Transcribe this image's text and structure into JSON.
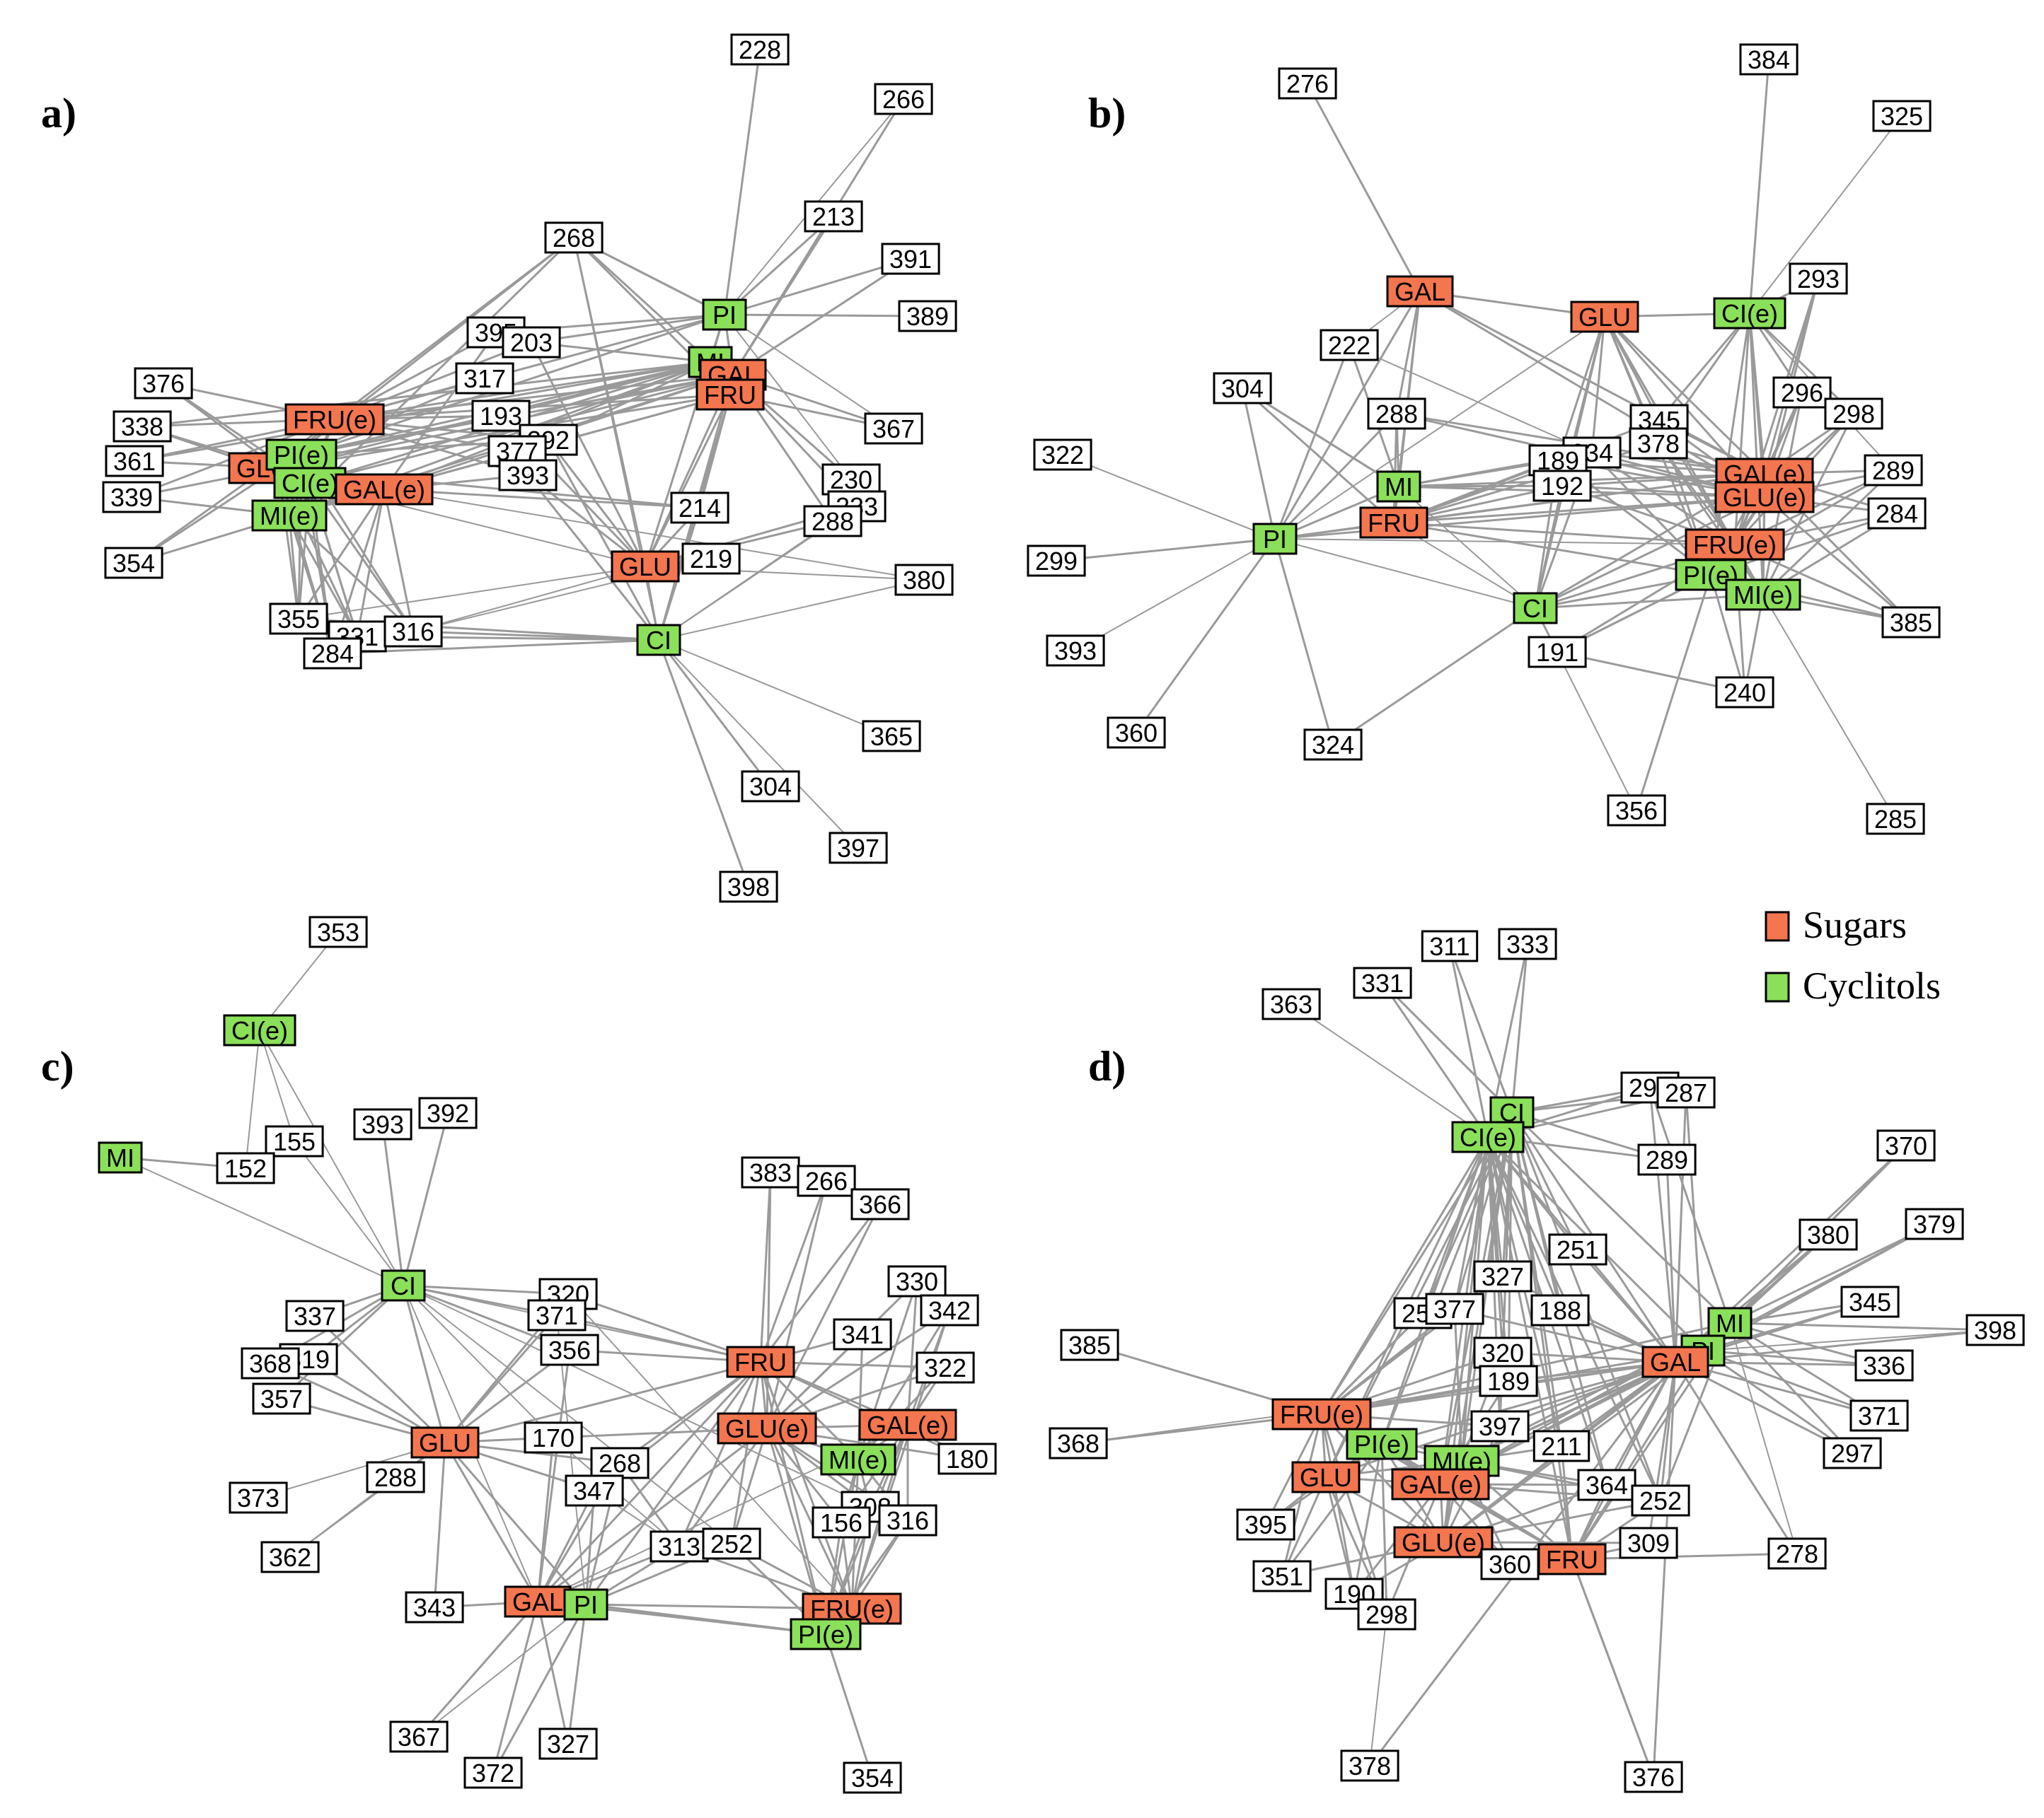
{
  "colors": {
    "sugar": "#f4764f",
    "cyclitol": "#8be05a",
    "plain": "#ffffff",
    "edge": "#9a9a9a"
  },
  "legend": {
    "items": [
      {
        "label": "Sugars",
        "type": "sugar"
      },
      {
        "label": "Cyclitols",
        "type": "cyclitol"
      }
    ]
  },
  "panels": [
    {
      "label": "a)",
      "nodes": [
        {
          "id": "228",
          "type": "plain"
        },
        {
          "id": "266",
          "type": "plain"
        },
        {
          "id": "213",
          "type": "plain"
        },
        {
          "id": "391",
          "type": "plain"
        },
        {
          "id": "389",
          "type": "plain"
        },
        {
          "id": "268",
          "type": "plain"
        },
        {
          "id": "PI",
          "type": "cyclitol"
        },
        {
          "id": "MI",
          "type": "cyclitol"
        },
        {
          "id": "GAL",
          "type": "sugar"
        },
        {
          "id": "FRU",
          "type": "sugar"
        },
        {
          "id": "395",
          "type": "plain"
        },
        {
          "id": "203",
          "type": "plain"
        },
        {
          "id": "376",
          "type": "plain"
        },
        {
          "id": "317",
          "type": "plain"
        },
        {
          "id": "FRU(e)",
          "type": "sugar"
        },
        {
          "id": "338",
          "type": "plain"
        },
        {
          "id": "193",
          "type": "plain"
        },
        {
          "id": "392",
          "type": "plain"
        },
        {
          "id": "367",
          "type": "plain"
        },
        {
          "id": "361",
          "type": "plain"
        },
        {
          "id": "377",
          "type": "plain"
        },
        {
          "id": "GLU(e)",
          "type": "sugar"
        },
        {
          "id": "PI(e)",
          "type": "cyclitol"
        },
        {
          "id": "CI(e)",
          "type": "cyclitol"
        },
        {
          "id": "GAL(e)",
          "type": "sugar"
        },
        {
          "id": "393",
          "type": "plain"
        },
        {
          "id": "339",
          "type": "plain"
        },
        {
          "id": "MI(e)",
          "type": "cyclitol"
        },
        {
          "id": "230",
          "type": "plain"
        },
        {
          "id": "214",
          "type": "plain"
        },
        {
          "id": "233",
          "type": "plain"
        },
        {
          "id": "288",
          "type": "plain"
        },
        {
          "id": "354",
          "type": "plain"
        },
        {
          "id": "GLU",
          "type": "sugar"
        },
        {
          "id": "219",
          "type": "plain"
        },
        {
          "id": "380",
          "type": "plain"
        },
        {
          "id": "355",
          "type": "plain"
        },
        {
          "id": "331",
          "type": "plain"
        },
        {
          "id": "316",
          "type": "plain"
        },
        {
          "id": "284",
          "type": "plain"
        },
        {
          "id": "CI",
          "type": "cyclitol"
        },
        {
          "id": "365",
          "type": "plain"
        },
        {
          "id": "304",
          "type": "plain"
        },
        {
          "id": "397",
          "type": "plain"
        },
        {
          "id": "398",
          "type": "plain"
        }
      ]
    },
    {
      "label": "b)",
      "nodes": [
        {
          "id": "276",
          "type": "plain"
        },
        {
          "id": "384",
          "type": "plain"
        },
        {
          "id": "325",
          "type": "plain"
        },
        {
          "id": "GAL",
          "type": "sugar"
        },
        {
          "id": "GLU",
          "type": "sugar"
        },
        {
          "id": "CI(e)",
          "type": "cyclitol"
        },
        {
          "id": "293",
          "type": "plain"
        },
        {
          "id": "222",
          "type": "plain"
        },
        {
          "id": "304",
          "type": "plain"
        },
        {
          "id": "296",
          "type": "plain"
        },
        {
          "id": "288",
          "type": "plain"
        },
        {
          "id": "298",
          "type": "plain"
        },
        {
          "id": "345",
          "type": "plain"
        },
        {
          "id": "322",
          "type": "plain"
        },
        {
          "id": "234",
          "type": "plain"
        },
        {
          "id": "189",
          "type": "plain"
        },
        {
          "id": "378",
          "type": "plain"
        },
        {
          "id": "GAL(e)",
          "type": "sugar"
        },
        {
          "id": "289",
          "type": "plain"
        },
        {
          "id": "MI",
          "type": "cyclitol"
        },
        {
          "id": "192",
          "type": "plain"
        },
        {
          "id": "GLU(e)",
          "type": "sugar"
        },
        {
          "id": "FRU",
          "type": "sugar"
        },
        {
          "id": "284",
          "type": "plain"
        },
        {
          "id": "PI",
          "type": "cyclitol"
        },
        {
          "id": "FRU(e)",
          "type": "sugar"
        },
        {
          "id": "299",
          "type": "plain"
        },
        {
          "id": "PI(e)",
          "type": "cyclitol"
        },
        {
          "id": "MI(e)",
          "type": "cyclitol"
        },
        {
          "id": "CI",
          "type": "cyclitol"
        },
        {
          "id": "385",
          "type": "plain"
        },
        {
          "id": "393",
          "type": "plain"
        },
        {
          "id": "191",
          "type": "plain"
        },
        {
          "id": "240",
          "type": "plain"
        },
        {
          "id": "360",
          "type": "plain"
        },
        {
          "id": "324",
          "type": "plain"
        },
        {
          "id": "356",
          "type": "plain"
        },
        {
          "id": "285",
          "type": "plain"
        }
      ]
    },
    {
      "label": "c)",
      "nodes": [
        {
          "id": "353",
          "type": "plain"
        },
        {
          "id": "CI(e)",
          "type": "cyclitol"
        },
        {
          "id": "392",
          "type": "plain"
        },
        {
          "id": "393",
          "type": "plain"
        },
        {
          "id": "155",
          "type": "plain"
        },
        {
          "id": "MI",
          "type": "cyclitol"
        },
        {
          "id": "152",
          "type": "plain"
        },
        {
          "id": "383",
          "type": "plain"
        },
        {
          "id": "266",
          "type": "plain"
        },
        {
          "id": "366",
          "type": "plain"
        },
        {
          "id": "CI",
          "type": "cyclitol"
        },
        {
          "id": "330",
          "type": "plain"
        },
        {
          "id": "320",
          "type": "plain"
        },
        {
          "id": "371",
          "type": "plain"
        },
        {
          "id": "342",
          "type": "plain"
        },
        {
          "id": "337",
          "type": "plain"
        },
        {
          "id": "341",
          "type": "plain"
        },
        {
          "id": "356",
          "type": "plain"
        },
        {
          "id": "319",
          "type": "plain"
        },
        {
          "id": "368",
          "type": "plain"
        },
        {
          "id": "FRU",
          "type": "sugar"
        },
        {
          "id": "322",
          "type": "plain"
        },
        {
          "id": "357",
          "type": "plain"
        },
        {
          "id": "GLU(e)",
          "type": "sugar"
        },
        {
          "id": "GAL(e)",
          "type": "sugar"
        },
        {
          "id": "GLU",
          "type": "sugar"
        },
        {
          "id": "170",
          "type": "plain"
        },
        {
          "id": "MI(e)",
          "type": "cyclitol"
        },
        {
          "id": "180",
          "type": "plain"
        },
        {
          "id": "268",
          "type": "plain"
        },
        {
          "id": "288",
          "type": "plain"
        },
        {
          "id": "373",
          "type": "plain"
        },
        {
          "id": "347",
          "type": "plain"
        },
        {
          "id": "308",
          "type": "plain"
        },
        {
          "id": "156",
          "type": "plain"
        },
        {
          "id": "316",
          "type": "plain"
        },
        {
          "id": "362",
          "type": "plain"
        },
        {
          "id": "313",
          "type": "plain"
        },
        {
          "id": "252",
          "type": "plain"
        },
        {
          "id": "343",
          "type": "plain"
        },
        {
          "id": "GAL",
          "type": "sugar"
        },
        {
          "id": "PI",
          "type": "cyclitol"
        },
        {
          "id": "FRU(e)",
          "type": "sugar"
        },
        {
          "id": "PI(e)",
          "type": "cyclitol"
        },
        {
          "id": "367",
          "type": "plain"
        },
        {
          "id": "327",
          "type": "plain"
        },
        {
          "id": "372",
          "type": "plain"
        },
        {
          "id": "354",
          "type": "plain"
        }
      ]
    },
    {
      "label": "d)",
      "nodes": [
        {
          "id": "311",
          "type": "plain"
        },
        {
          "id": "333",
          "type": "plain"
        },
        {
          "id": "331",
          "type": "plain"
        },
        {
          "id": "363",
          "type": "plain"
        },
        {
          "id": "CI",
          "type": "cyclitol"
        },
        {
          "id": "294",
          "type": "plain"
        },
        {
          "id": "287",
          "type": "plain"
        },
        {
          "id": "CI(e)",
          "type": "cyclitol"
        },
        {
          "id": "370",
          "type": "plain"
        },
        {
          "id": "289",
          "type": "plain"
        },
        {
          "id": "379",
          "type": "plain"
        },
        {
          "id": "380",
          "type": "plain"
        },
        {
          "id": "251",
          "type": "plain"
        },
        {
          "id": "327",
          "type": "plain"
        },
        {
          "id": "345",
          "type": "plain"
        },
        {
          "id": "250",
          "type": "plain"
        },
        {
          "id": "377",
          "type": "plain"
        },
        {
          "id": "188",
          "type": "plain"
        },
        {
          "id": "MI",
          "type": "cyclitol"
        },
        {
          "id": "398",
          "type": "plain"
        },
        {
          "id": "385",
          "type": "plain"
        },
        {
          "id": "320",
          "type": "plain"
        },
        {
          "id": "PI",
          "type": "cyclitol"
        },
        {
          "id": "GAL",
          "type": "sugar"
        },
        {
          "id": "336",
          "type": "plain"
        },
        {
          "id": "189",
          "type": "plain"
        },
        {
          "id": "FRU(e)",
          "type": "sugar"
        },
        {
          "id": "371",
          "type": "plain"
        },
        {
          "id": "397",
          "type": "plain"
        },
        {
          "id": "368",
          "type": "plain"
        },
        {
          "id": "PI(e)",
          "type": "cyclitol"
        },
        {
          "id": "211",
          "type": "plain"
        },
        {
          "id": "MI(e)",
          "type": "cyclitol"
        },
        {
          "id": "297",
          "type": "plain"
        },
        {
          "id": "GLU",
          "type": "sugar"
        },
        {
          "id": "GAL(e)",
          "type": "sugar"
        },
        {
          "id": "364",
          "type": "plain"
        },
        {
          "id": "252",
          "type": "plain"
        },
        {
          "id": "395",
          "type": "plain"
        },
        {
          "id": "GLU(e)",
          "type": "sugar"
        },
        {
          "id": "309",
          "type": "plain"
        },
        {
          "id": "FRU",
          "type": "sugar"
        },
        {
          "id": "278",
          "type": "plain"
        },
        {
          "id": "360",
          "type": "plain"
        },
        {
          "id": "351",
          "type": "plain"
        },
        {
          "id": "190",
          "type": "plain"
        },
        {
          "id": "298",
          "type": "plain"
        },
        {
          "id": "378",
          "type": "plain"
        },
        {
          "id": "376",
          "type": "plain"
        }
      ]
    }
  ]
}
